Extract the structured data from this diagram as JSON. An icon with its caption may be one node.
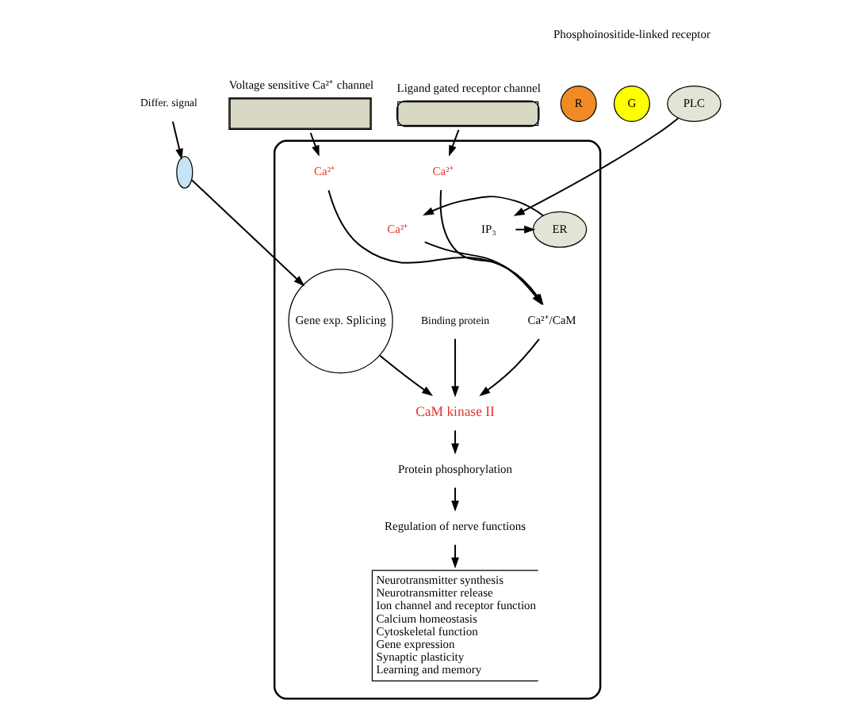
{
  "diagram": {
    "nodes": [
      {
        "text": [],
        "shape": "box"
      },
      {
        "text": [
          "Voltage sensitive Ca²⁺ channel"
        ]
      },
      {
        "text": [
          "Ligand gated receptor channel"
        ]
      },
      {
        "text": [
          "R"
        ]
      },
      {
        "text": [
          "G"
        ]
      },
      {
        "text": [
          "PLC"
        ]
      },
      {
        "text": [
          "Differ. signal"
        ]
      },
      {
        "text": [],
        "shape": "oval"
      },
      {
        "text": [
          "Ca²⁺"
        ],
        "in": 0
      },
      {
        "text": [
          "Ca²⁺"
        ],
        "in": 0
      },
      {
        "text": [
          "ER"
        ],
        "in": 0
      },
      {
        "text": [
          "Ca²⁺"
        ],
        "in": 0
      },
      {
        "text": [
          "IP₃"
        ],
        "in": 0
      },
      {
        "text": [
          "Ca²⁺/CaM"
        ],
        "in": 0
      },
      {
        "text": [
          "Binding protein"
        ],
        "in": 0
      },
      {
        "text": [
          "CaM kinase II"
        ],
        "in": 0
      },
      {
        "text": [
          "Gene exp. Splicing"
        ],
        "in": 0
      },
      {
        "text": [
          "Protein phosphorylation"
        ],
        "in": 0
      },
      {
        "text": [
          "Regulation of nerve functions"
        ],
        "in": 0
      },
      {
        "text": [
          "Neurotransmitter synthesis",
          "Neurotransmitter release",
          "Ion channel and receptor function",
          "Calcium homeostasis",
          "Cytoskeletal function",
          "Gene expression",
          "Synaptic plasticity",
          "Learning and memory"
        ],
        "in": 0
      }
    ],
    "edges": [
      {
        "from": 1,
        "to": 8,
        "arrow": "to"
      },
      {
        "from": 2,
        "to": 9,
        "arrow": "to"
      },
      {
        "from": 5,
        "to": 12,
        "arrow": "to"
      },
      {
        "from": 12,
        "to": 10,
        "arrow": "to"
      },
      {
        "from": 10,
        "to": 11,
        "arrow": "to"
      },
      {
        "from": 8,
        "to": 13,
        "arrow": "to"
      },
      {
        "from": 9,
        "to": 13,
        "arrow": "to"
      },
      {
        "from": 11,
        "to": 13,
        "arrow": "to"
      },
      {
        "from": 13,
        "to": 15,
        "arrow": "to"
      },
      {
        "from": 14,
        "to": 15,
        "arrow": "to"
      },
      {
        "from": 6,
        "to": 7,
        "arrow": "to"
      },
      {
        "from": 7,
        "to": 16,
        "arrow": "to"
      },
      {
        "from": 16,
        "to": 15,
        "arrow": "to"
      },
      {
        "from": 15,
        "to": 17,
        "arrow": "to"
      },
      {
        "from": 17,
        "to": 18,
        "arrow": "to"
      },
      {
        "from": 18,
        "to": 19,
        "arrow": "to"
      }
    ],
    "labels": [
      "Phosphoinositide-linked receptor"
    ]
  }
}
